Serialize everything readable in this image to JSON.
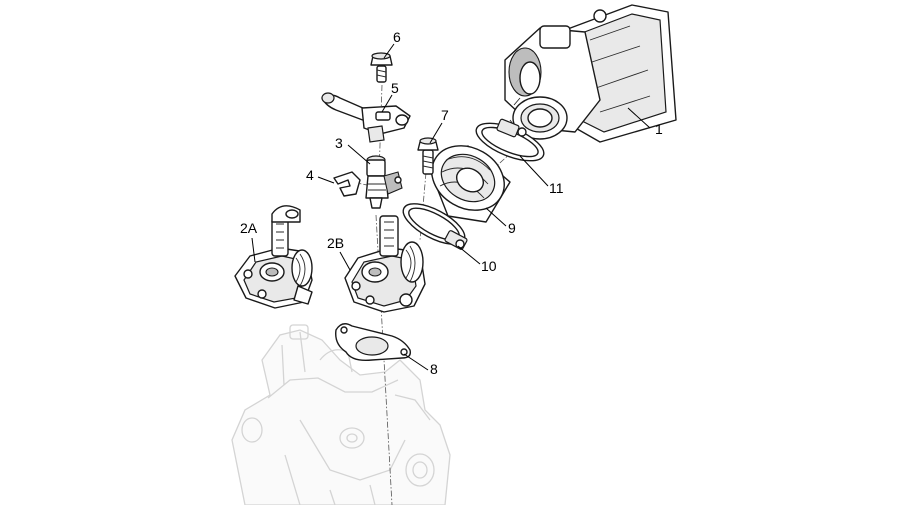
{
  "callouts": {
    "c1": "1",
    "c2a": "2A",
    "c2b": "2B",
    "c3": "3",
    "c4": "4",
    "c5": "5",
    "c6": "6",
    "c7": "7",
    "c8": "8",
    "c9": "9",
    "c10": "10",
    "c11": "11"
  }
}
